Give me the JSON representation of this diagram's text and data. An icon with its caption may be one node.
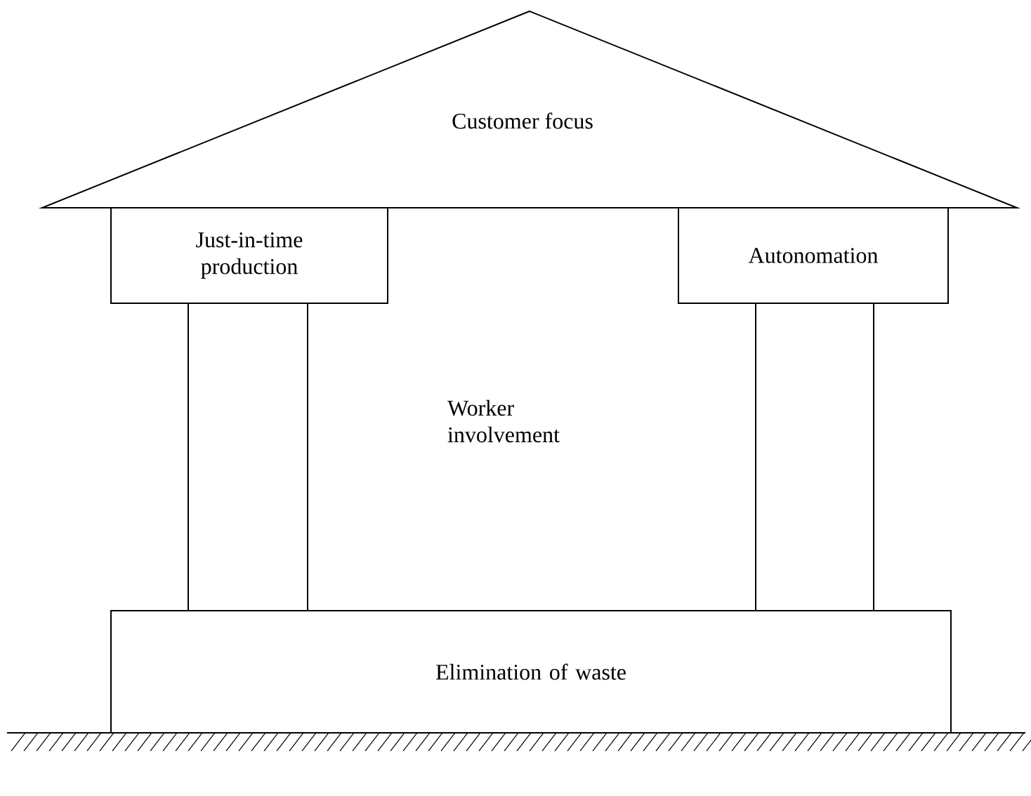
{
  "diagram": {
    "nodes": [
      {
        "text": [
          "Customer focus"
        ]
      },
      {
        "text": [
          "Just-in-time production"
        ]
      },
      {
        "text": [
          "Autonomation"
        ]
      },
      {
        "text": [],
        "shape": "box"
      },
      {
        "text": [],
        "shape": "box"
      },
      {
        "text": [
          "Elimination of waste"
        ]
      }
    ],
    "labels": [
      "Worker involvement"
    ]
  }
}
